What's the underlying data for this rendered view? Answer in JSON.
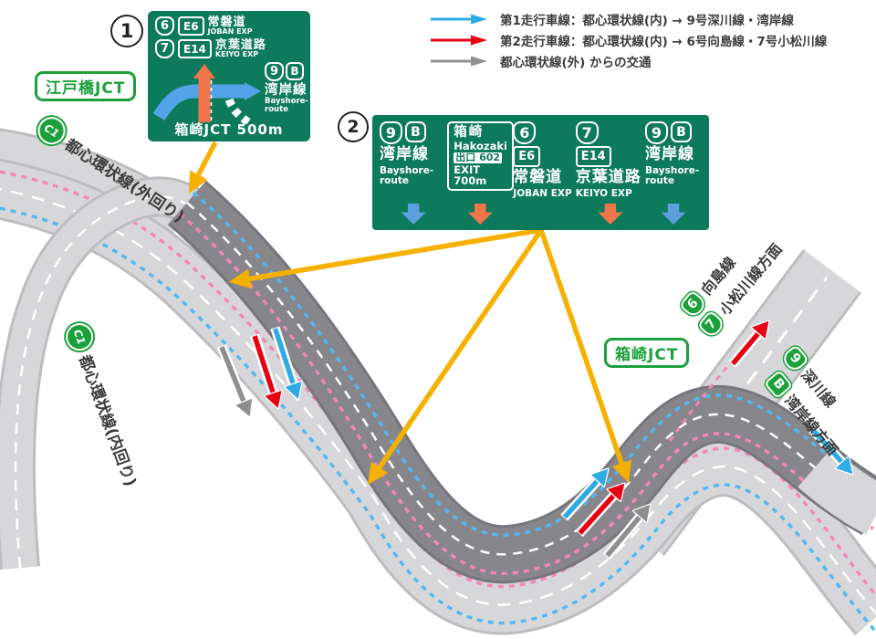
{
  "legend": {
    "items": [
      {
        "color": "#2eabe2",
        "label": "第1走行車線：都心環状線(内) → 9号深川線・湾岸線"
      },
      {
        "color": "#e60012",
        "label": "第2走行車線：都心環状線(内) → 6号向島線・7号小松川線"
      },
      {
        "color": "#8f8f8f",
        "label": "都心環状線(外) からの交通"
      }
    ]
  },
  "sign1": {
    "index": "1",
    "routes": [
      {
        "badge": "6",
        "exp": "E6",
        "jp": "常磐道",
        "en": "JOBAN EXP"
      },
      {
        "badge": "7",
        "exp": "E14",
        "jp": "京葉道路",
        "en": "KEIYO EXP"
      }
    ],
    "dest": {
      "badge1": "9",
      "badge2": "B",
      "jp": "湾岸線",
      "en": "Bayshore-route"
    },
    "bottom": "箱崎JCT 500m"
  },
  "sign2": {
    "index": "2",
    "columns": [
      {
        "badge1": "9",
        "badge2": "B",
        "jp": "湾岸線",
        "en": "Bayshore-route",
        "arrow": "blue"
      },
      {
        "jp": "箱崎",
        "en": "Hakozaki",
        "exit_badge": "出口 602",
        "exit_info": "EXIT 700m",
        "arrow": "orange"
      },
      {
        "badge1": "6",
        "exp": "E6",
        "jp": "常磐道",
        "en": "JOBAN EXP",
        "arrow": "none"
      },
      {
        "badge1": "7",
        "exp": "E14",
        "jp": "京葉道路",
        "en": "KEIYO EXP",
        "arrow": "orange"
      },
      {
        "badge1": "9",
        "badge2": "B",
        "jp": "湾岸線",
        "en": "Bayshore-route",
        "arrow": "blue"
      }
    ]
  },
  "map": {
    "junction1": "江戸橋JCT",
    "junction2": "箱崎JCT",
    "loop_outer": {
      "badge": "C1",
      "label": "都心環状線(外回り)"
    },
    "loop_inner": {
      "badge": "C1",
      "label": "都心環状線(内回り)"
    },
    "branch_mukojima": {
      "badge": "6",
      "label": "向島線"
    },
    "branch_komatsugawa": {
      "badge": "7",
      "label": "小松川線方面"
    },
    "branch_fukagawa": {
      "badge": "9",
      "label": "深川線"
    },
    "branch_wangan": {
      "badge": "B",
      "label": "湾岸線方面"
    }
  },
  "colors": {
    "sign_green": "#0e7a5c",
    "badge_green": "#1ca03c",
    "lane_blue": "#2eabe2",
    "lane_red": "#e60012",
    "lane_gray": "#8f8f8f",
    "callout_yellow": "#f6b100",
    "dash_pink": "#f287b8",
    "dash_blue": "#54b8f0",
    "road_dark": "#87868b",
    "road_light": "#d7d7d9"
  }
}
